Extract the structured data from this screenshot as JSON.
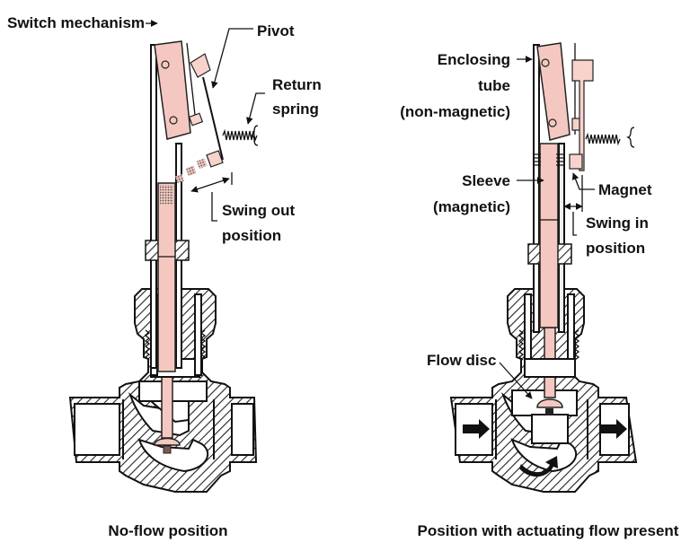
{
  "colors": {
    "component_fill": "#f4c8c0",
    "line": "#111111",
    "background": "#ffffff"
  },
  "left_panel": {
    "caption": "No-flow position",
    "labels": {
      "switch_mechanism": "Switch mechanism",
      "pivot": "Pivot",
      "return_spring_1": "Return",
      "return_spring_2": "spring",
      "swing_out_1": "Swing out",
      "swing_out_2": "position"
    }
  },
  "right_panel": {
    "caption": "Position with actuating flow present",
    "labels": {
      "enclosing_1": "Enclosing",
      "enclosing_2": "tube",
      "enclosing_3": "(non-magnetic)",
      "sleeve_1": "Sleeve",
      "sleeve_2": "(magnetic)",
      "magnet": "Magnet",
      "swing_in_1": "Swing in",
      "swing_in_2": "position",
      "flow_disc": "Flow disc"
    }
  }
}
